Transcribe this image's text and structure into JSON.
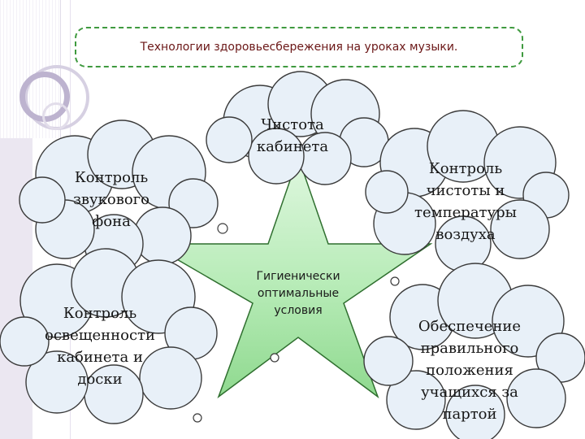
{
  "title": "Технологии здоровьесбережения на уроках музыки.",
  "center": {
    "lines": [
      "Гигиенически",
      "оптимальные",
      "условия"
    ]
  },
  "clouds": [
    {
      "id": "cleanliness",
      "lines": [
        "Чистота",
        "кабинета"
      ]
    },
    {
      "id": "sound",
      "lines": [
        "Контроль",
        "звукового",
        "фона"
      ]
    },
    {
      "id": "air",
      "lines": [
        "Контроль",
        "чистоты и",
        "температуры",
        "воздуха"
      ]
    },
    {
      "id": "light",
      "lines": [
        "Контроль",
        "освещенности",
        "кабинета и",
        "доски"
      ]
    },
    {
      "id": "posture",
      "lines": [
        "Обеспечение",
        "правильного",
        "положения",
        "учащихся за",
        "партой"
      ]
    }
  ],
  "colors": {
    "cloud_fill": "#e8f0f8",
    "cloud_stroke": "#3a3a3a",
    "star_fill": "#b8ecb8",
    "star_stroke": "#2f6f2f",
    "title_border": "#3f9a3f",
    "title_text": "#6b1717"
  }
}
